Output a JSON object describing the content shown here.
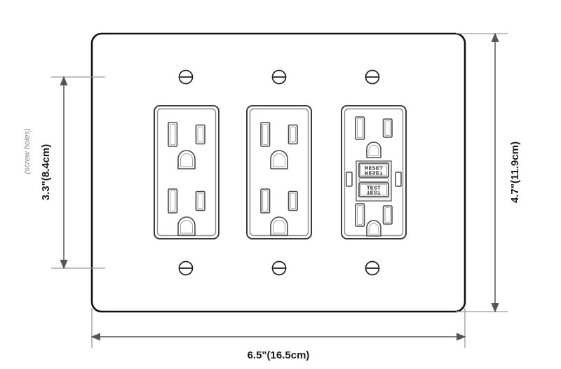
{
  "drawing": {
    "title": "Triple gang electrical wall plate with two duplex outlets and one GFCI outlet",
    "background_color": "#ffffff",
    "line_color": "#1a1a1a",
    "dimension_line_color": "#555555",
    "note_color": "#8a8a8a"
  },
  "dimensions": {
    "width": {
      "label": "6.5\"(16.5cm)",
      "position": "bottom",
      "inches": 6.5,
      "centimeters": 16.5
    },
    "height": {
      "label": "4.7\"(11.9cm)",
      "position": "right",
      "inches": 4.7,
      "centimeters": 11.9
    },
    "screw_spacing": {
      "label": "3.3\"(8.4cm)",
      "note": "(screw holes)",
      "position": "left",
      "inches": 3.3,
      "centimeters": 8.4
    }
  },
  "plate": {
    "name": "wall-plate",
    "gangs": 3,
    "screw_holes": {
      "count": 6,
      "icon": "screw-slot-icon",
      "rows": 2,
      "columns": 3
    }
  },
  "outlets": [
    {
      "index": 1,
      "type": "duplex-receptacle",
      "name": "outlet-left",
      "receptacles": 2,
      "slots": [
        "neutral",
        "hot",
        "ground"
      ]
    },
    {
      "index": 2,
      "type": "duplex-receptacle",
      "name": "outlet-center",
      "receptacles": 2,
      "slots": [
        "neutral",
        "hot",
        "ground"
      ]
    },
    {
      "index": 3,
      "type": "gfci-receptacle",
      "name": "outlet-right-gfci",
      "receptacles": 2,
      "slots": [
        "neutral",
        "hot",
        "ground"
      ],
      "buttons": [
        {
          "name": "reset-button",
          "label": "RESET"
        },
        {
          "name": "test-button",
          "label": "TEST"
        }
      ]
    }
  ]
}
